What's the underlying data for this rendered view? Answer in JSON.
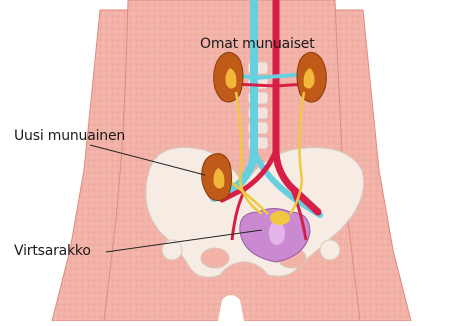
{
  "labels": {
    "own_kidneys": "Omat munuaiset",
    "new_kidney": "Uusi munuainen",
    "bladder": "Virtsarakko"
  },
  "colors": {
    "skin": "#f2b2a8",
    "skin_dark": "#e8968c",
    "bone": "#f7ece3",
    "bone_outline": "#d8c7bd",
    "kidney": "#c05a18",
    "kidney_inner": "#f2b63a",
    "vena_cava": "#66cfe0",
    "aorta": "#d61e47",
    "ureter": "#f0c840",
    "bladder": "#c98ad2"
  }
}
